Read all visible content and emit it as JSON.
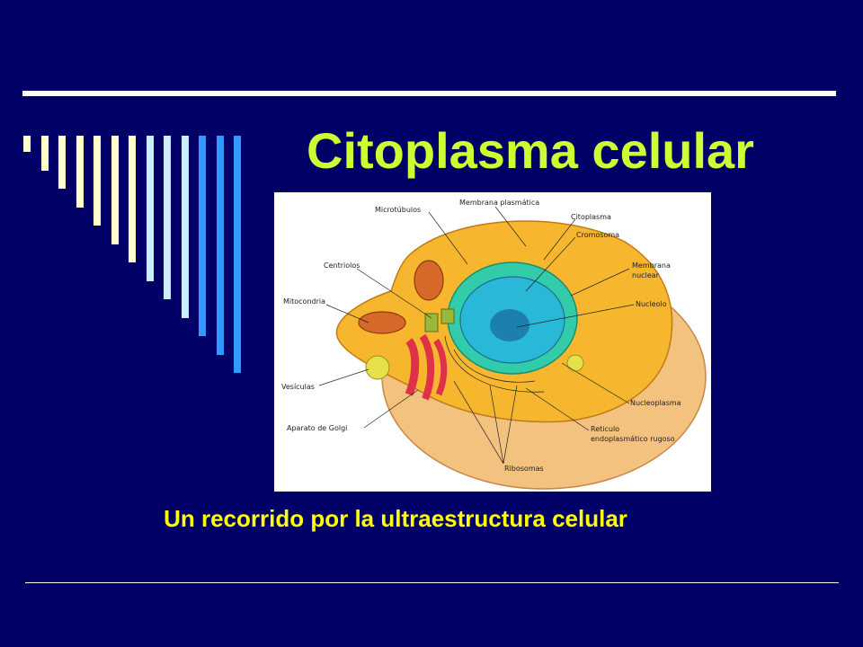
{
  "slide": {
    "title": "Citoplasma celular",
    "subtitle": "Un recorrido por la ultraestructura celular"
  },
  "decoration": {
    "bar_colors": [
      "#ffffcc",
      "#ffffcc",
      "#ffffcc",
      "#ffffcc",
      "#ffffcc",
      "#ffffcc",
      "#ffffcc",
      "#ccecff",
      "#ccecff",
      "#ccecff",
      "#3399ff",
      "#3399ff",
      "#3399ff"
    ]
  },
  "diagram": {
    "labels": {
      "microtubulos": "Microtúbulos",
      "membrana_plasmatica": "Membrana plasmática",
      "citoplasma": "Citoplasma",
      "cromosoma": "Cromosoma",
      "centriolos": "Centriolos",
      "membrana_nuclear_1": "Membrana",
      "membrana_nuclear_2": "nuclear",
      "mitocondria": "Mitocondria",
      "nucleolo": "Nucleolo",
      "vesiculas": "Vesículas",
      "nucleoplasma": "Nucleoplasma",
      "aparato_golgi": "Aparato de Golgi",
      "reticulo_1": "Reticulo",
      "reticulo_2": "endoplasmático rugoso",
      "ribosomas": "Ribosomas"
    }
  }
}
